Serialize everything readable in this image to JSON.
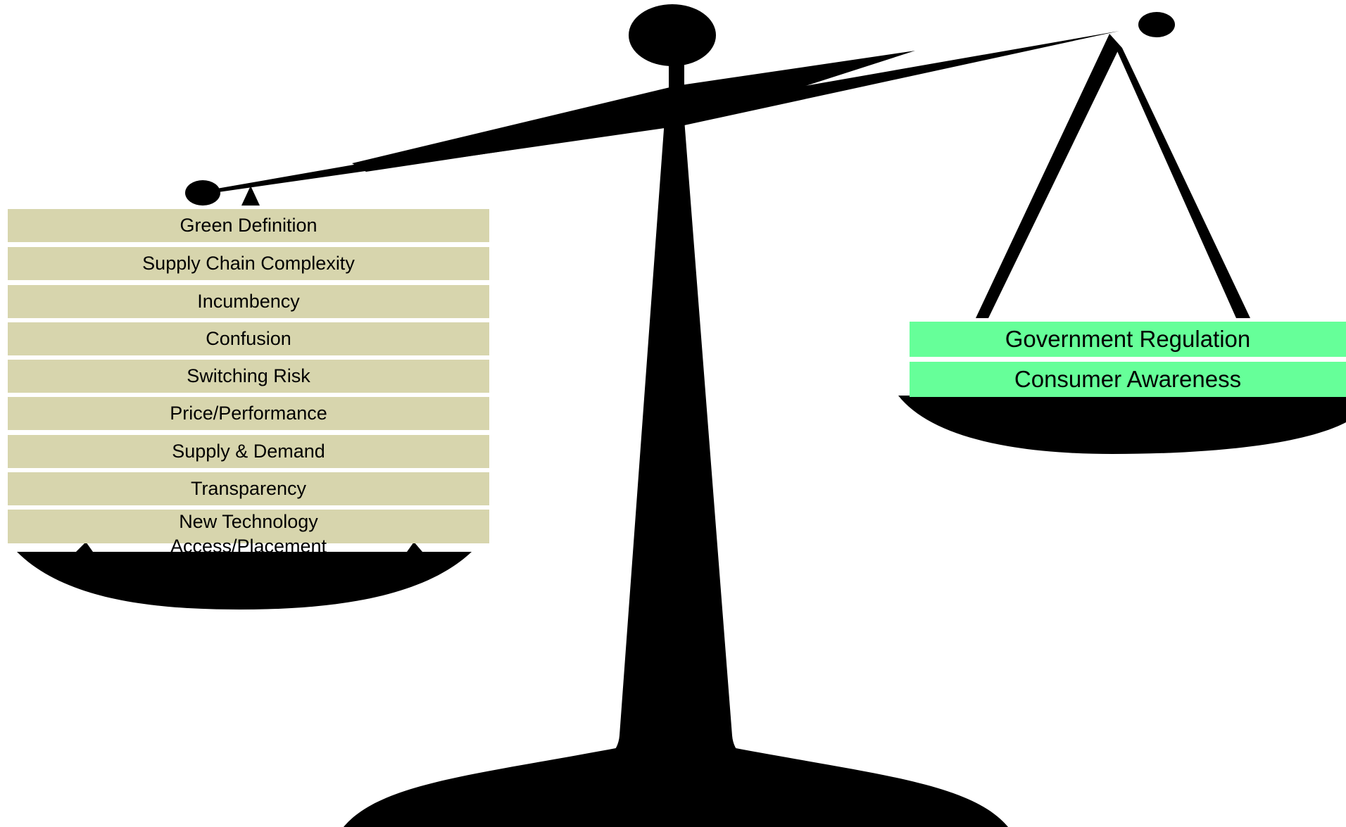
{
  "diagram": {
    "left_pan": {
      "items": [
        "Green Definition",
        "Supply Chain Complexity",
        "Incumbency",
        "Confusion",
        "Switching Risk",
        "Price/Performance",
        "Supply & Demand",
        "Transparency"
      ],
      "overlapped_line_1": "New Technology",
      "overlapped_line_2": "Access/Placement",
      "box_color": "#d7d5ad"
    },
    "right_pan": {
      "items": [
        "Government Regulation",
        "Consumer Awareness"
      ],
      "box_color": "#66ff99"
    },
    "scale_color": "#000000"
  }
}
